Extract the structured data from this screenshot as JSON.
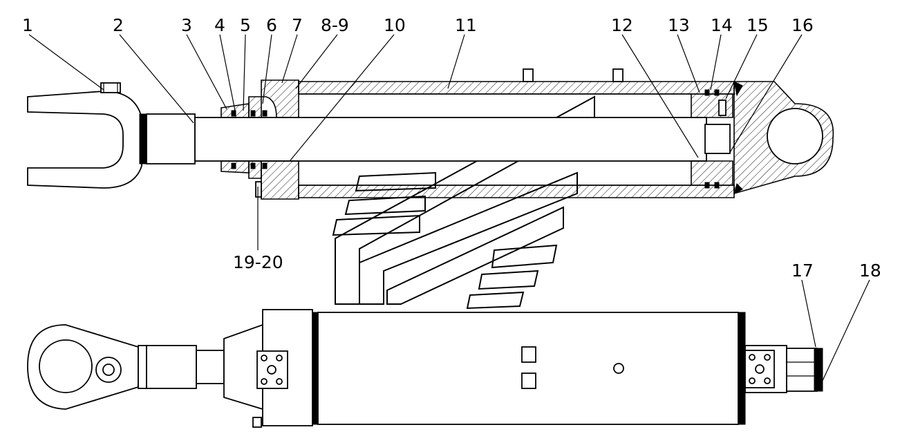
{
  "diagram": {
    "callouts": [
      {
        "id": "1",
        "text": "1"
      },
      {
        "id": "2",
        "text": "2"
      },
      {
        "id": "3",
        "text": "3"
      },
      {
        "id": "4",
        "text": "4"
      },
      {
        "id": "5",
        "text": "5"
      },
      {
        "id": "6",
        "text": "6"
      },
      {
        "id": "7",
        "text": "7"
      },
      {
        "id": "8-9",
        "text": "8-9"
      },
      {
        "id": "10",
        "text": "10"
      },
      {
        "id": "11",
        "text": "11"
      },
      {
        "id": "12",
        "text": "12"
      },
      {
        "id": "13",
        "text": "13"
      },
      {
        "id": "14",
        "text": "14"
      },
      {
        "id": "15",
        "text": "15"
      },
      {
        "id": "16",
        "text": "16"
      },
      {
        "id": "17",
        "text": "17"
      },
      {
        "id": "18",
        "text": "18"
      },
      {
        "id": "19-20",
        "text": "19-20"
      }
    ]
  }
}
